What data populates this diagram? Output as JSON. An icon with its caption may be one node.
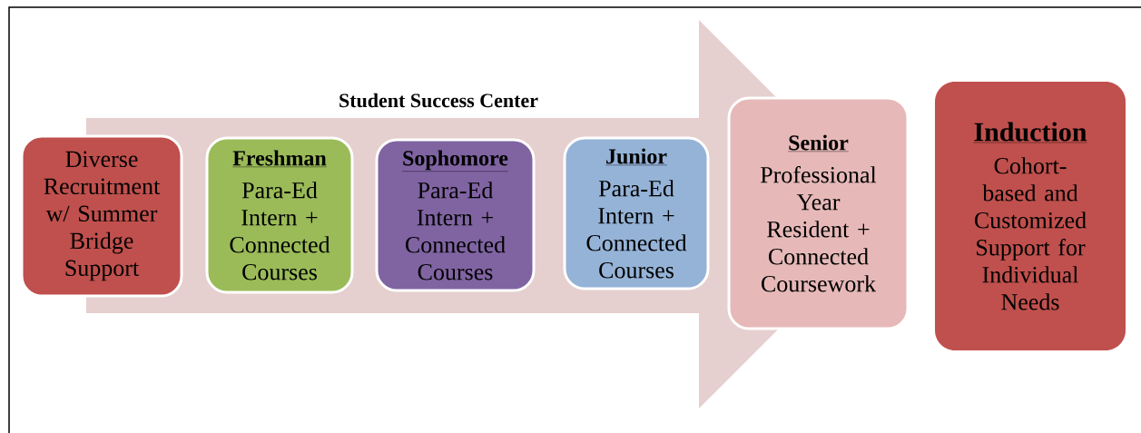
{
  "diagram": {
    "nodes": [
      {
        "text": [
          "Student Success Center"
        ]
      },
      {
        "text": [
          "Diverse Recruitment w/ Summer Bridge Support"
        ]
      },
      {
        "text": [
          "Freshman",
          "Para-Ed Intern + Connected Courses"
        ],
        "in": 0
      },
      {
        "text": [
          "Sophomore",
          "Para-Ed Intern + Connected Courses"
        ],
        "in": 0
      },
      {
        "text": [
          "Junior",
          "Para-Ed Intern + Connected Courses"
        ],
        "in": 0
      },
      {
        "text": [
          "Senior",
          "Professional Year Resident + Connected Coursework"
        ]
      },
      {
        "text": [
          "Induction",
          "Cohort-based and Customized Support for Individual Needs"
        ]
      }
    ]
  }
}
